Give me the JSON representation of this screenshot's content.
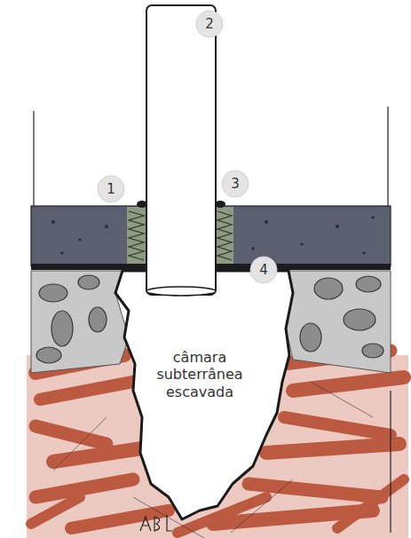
{
  "diagram": {
    "labels": [
      "2",
      "1",
      "3",
      "4",
      "câmara subterrânea escavada"
    ]
  }
}
